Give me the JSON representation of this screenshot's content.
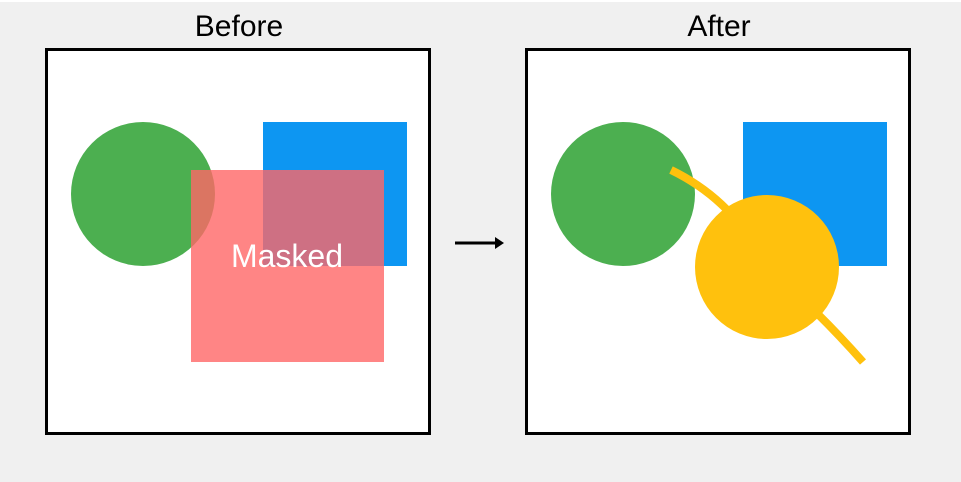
{
  "before": {
    "title": "Before",
    "mask_label": "Masked"
  },
  "after": {
    "title": "After"
  },
  "colors": {
    "background": "#f0f0f0",
    "canvas": "#ffffff",
    "border": "#000000",
    "green_circle": "#4caf50",
    "blue_square": "#0d96f2",
    "red_mask": "#ff6666",
    "yellow_circle": "#ffc10d",
    "arrow": "#000000"
  }
}
